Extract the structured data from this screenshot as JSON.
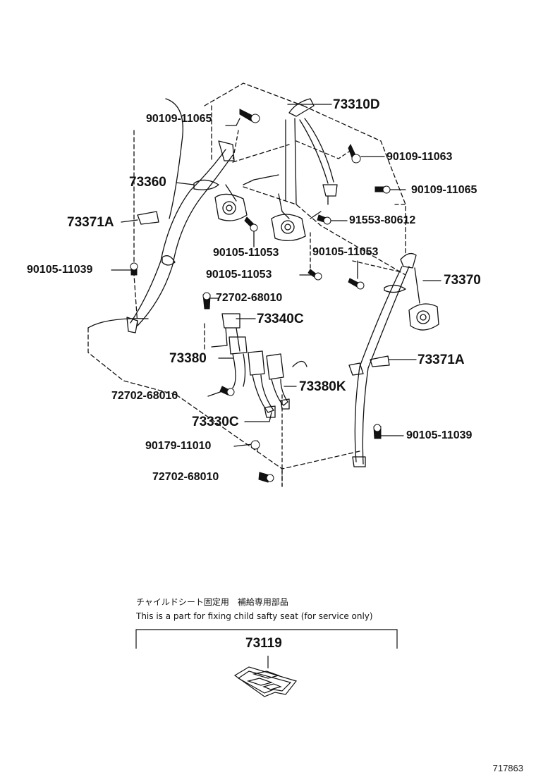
{
  "parts": {
    "p73310D": "73310D",
    "p90109_11065_a": "90109-11065",
    "p90109_11063": "90109-11063",
    "p73360": "73360",
    "p90109_11065_b": "90109-11065",
    "p73371A_a": "73371A",
    "p91553_80612": "91553-80612",
    "p90105_11053_a": "90105-11053",
    "p90105_11053_b": "90105-11053",
    "p90105_11039_a": "90105-11039",
    "p90105_11053_c": "90105-11053",
    "p73370": "73370",
    "p72702_68010_a": "72702-68010",
    "p73340C": "73340C",
    "p73380": "73380",
    "p73371A_b": "73371A",
    "p72702_68010_b": "72702-68010",
    "p73380K": "73380K",
    "p73330C": "73330C",
    "p90105_11039_b": "90105-11039",
    "p90179_11010": "90179-11010",
    "p72702_68010_c": "72702-68010",
    "p73119": "73119"
  },
  "note": {
    "japanese": "チャイルドシート固定用　補給専用部品",
    "english": "This is a part for fixing child safty seat (for service only)"
  },
  "figure_number": "717863"
}
